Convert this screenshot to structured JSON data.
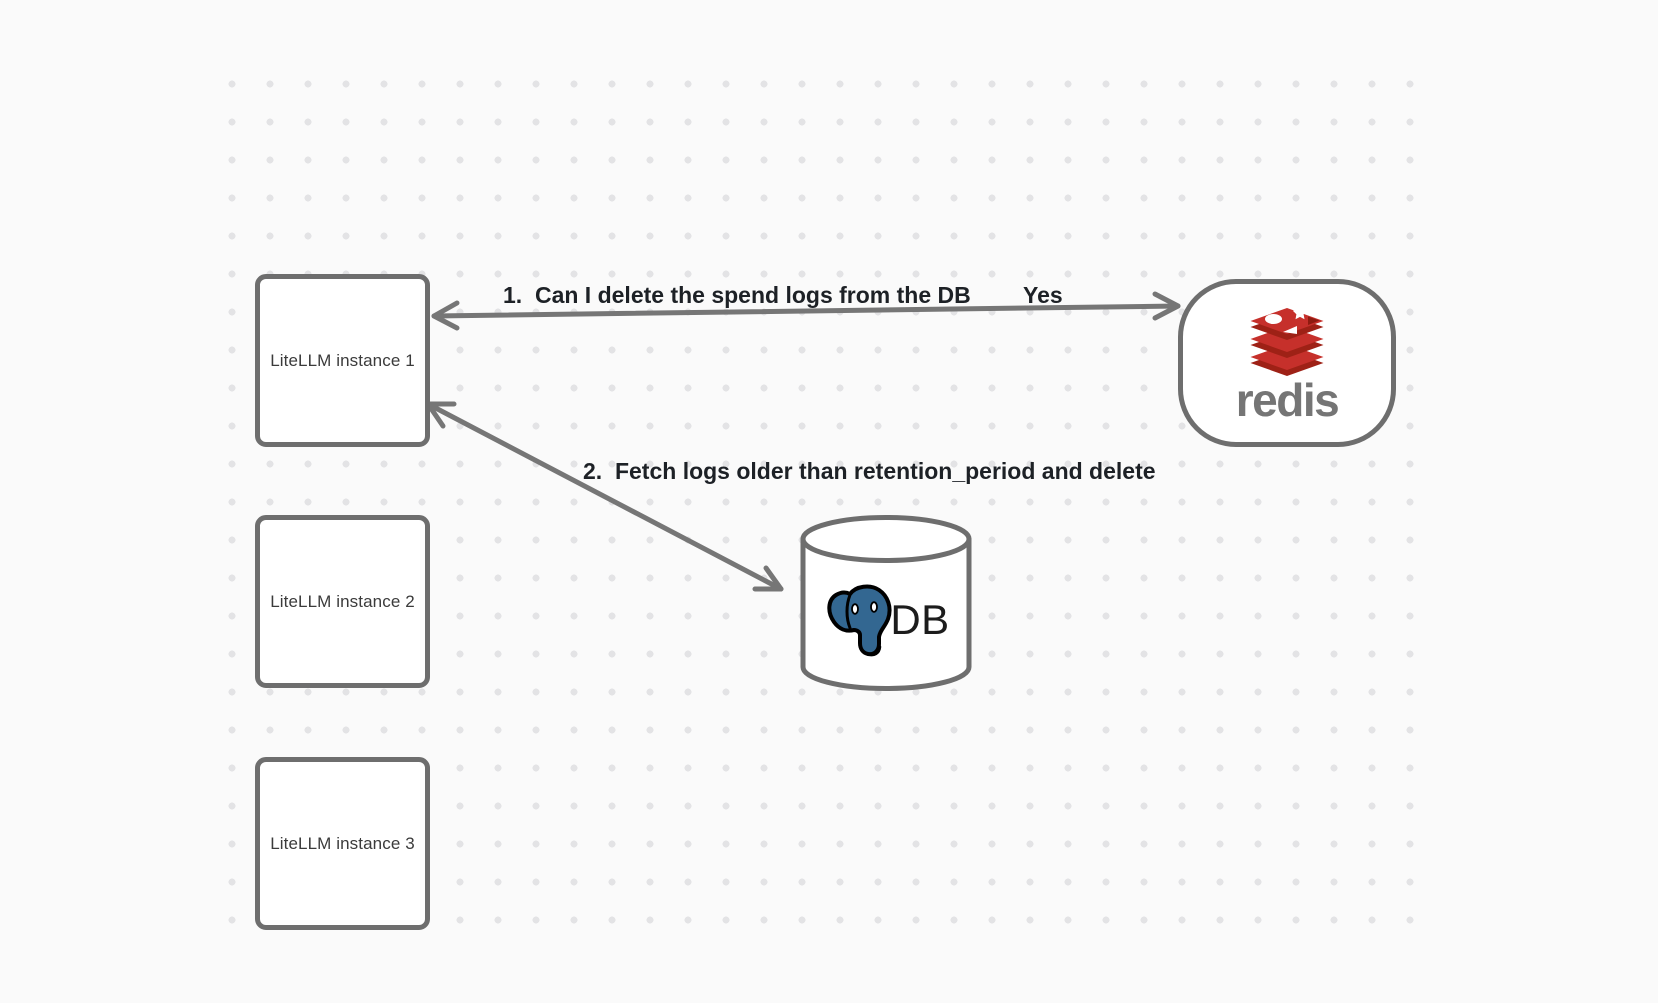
{
  "canvas": {
    "background_color": "#fafafa",
    "dot_color": "#e3e3e5"
  },
  "nodes": {
    "litellm1": {
      "label": "LiteLLM instance 1"
    },
    "litellm2": {
      "label": "LiteLLM instance 2"
    },
    "litellm3": {
      "label": "LiteLLM instance 3"
    },
    "redis": {
      "label": "redis",
      "brand_red": "#c6302b",
      "brand_dark_red": "#9e2116",
      "wordmark_color": "#757575"
    },
    "db": {
      "label": "DB",
      "postgres_blue": "#336791"
    }
  },
  "edges": [
    {
      "label": "1.  Can I delete the spend logs from the DB",
      "response": "Yes",
      "from": "litellm-instance-1",
      "to": "redis",
      "style": "double-headed-arrow"
    },
    {
      "label": "2.  Fetch logs older than retention_period and delete",
      "from": "litellm-instance-1",
      "to": "db",
      "style": "double-headed-arrow"
    }
  ],
  "colors": {
    "shape_stroke": "#6e6e6e",
    "arrow_stroke": "#767676",
    "edge_label_text": "#1d2126",
    "node_label_text": "#3b3b3b"
  }
}
